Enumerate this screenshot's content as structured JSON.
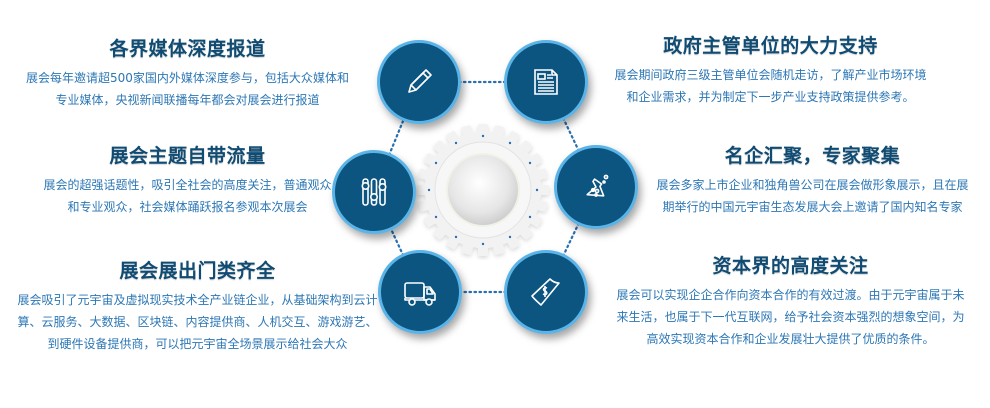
{
  "theme": {
    "title_color": "#0f4b72",
    "body_color": "#2c77b5",
    "node_fill": "#0b5580",
    "node_border": "#5bb4e8",
    "connector_color": "#2a6fb0"
  },
  "sections": {
    "media": {
      "title": "各界媒体深度报道",
      "lines": [
        "展会每年邀请超500家国内外媒体深度参与，包括大众媒体和",
        "专业媒体，央视新闻联播每年都会对展会进行报道"
      ],
      "icon": "pencil-icon"
    },
    "traffic": {
      "title": "展会主题自带流量",
      "lines": [
        "展会的超强话题性，吸引全社会的高度关注，普通观众",
        "和专业观众，社会媒体踊跃报名参观本次展会"
      ],
      "icon": "sliders-icon"
    },
    "categories": {
      "title": "展会展出门类齐全",
      "lines": [
        "展会吸引了元宇宙及虚拟现实技术全产业链企业，从基础架构到云计",
        "算、云服务、大数据、区块链、内容提供商、人机交互、游戏游艺、",
        "到硬件设备提供商，可以把元宇宙全场景展示给社会大众"
      ],
      "icon": "truck-icon"
    },
    "government": {
      "title": "政府主管单位的大力支持",
      "lines": [
        "展会期间政府三级主管单位会随机走访，了解产业市场环境",
        "和企业需求，并为制定下一步产业支持政策提供参考。"
      ],
      "icon": "document-icon"
    },
    "experts": {
      "title": "名企汇聚，专家聚集",
      "lines": [
        "展会多家上市企业和独角兽公司在展会做形象展示，且在展",
        "期举行的中国元宇宙生态发展大会上邀请了国内知名专家"
      ],
      "icon": "flask-icon"
    },
    "capital": {
      "title": "资本界的高度关注",
      "lines": [
        "展会可以实现企企合作向资本合作的有效过渡。由于元宇宙属于未",
        "来生活，也属于下一代互联网，给予社会资本强烈的想象空间，为",
        "高效实现资本合作和企业发展壮大提供了优质的条件。"
      ],
      "icon": "money-icon"
    }
  }
}
